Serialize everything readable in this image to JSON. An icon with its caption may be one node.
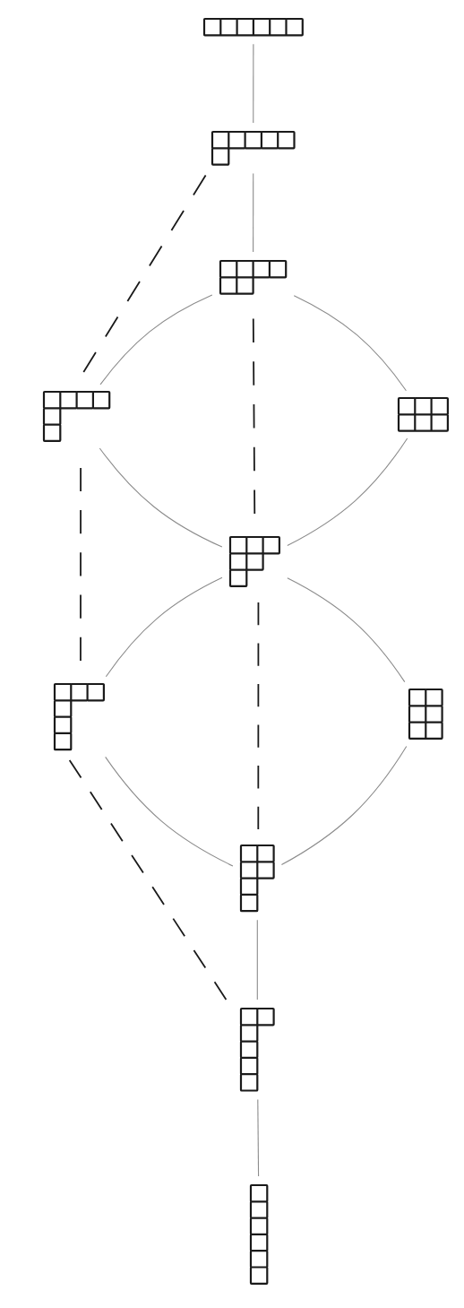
{
  "diagram": {
    "nodes": [
      {
        "text": [],
        "shape": "picture"
      },
      {
        "text": [],
        "shape": "picture"
      },
      {
        "text": [],
        "shape": "picture"
      },
      {
        "text": [],
        "shape": "picture"
      },
      {
        "text": [],
        "shape": "picture"
      },
      {
        "text": [],
        "shape": "picture"
      },
      {
        "text": [],
        "shape": "picture"
      },
      {
        "text": [],
        "shape": "picture"
      },
      {
        "text": [],
        "shape": "picture"
      },
      {
        "text": [],
        "shape": "picture"
      },
      {
        "text": [],
        "shape": "picture"
      }
    ],
    "edges": [
      {
        "from": 0,
        "to": 1,
        "arrow": "none"
      },
      {
        "from": 1,
        "to": 2,
        "arrow": "none"
      },
      {
        "from": 1,
        "to": 3,
        "arrow": "none",
        "style": "dashed",
        "color": "#1a1a1a"
      },
      {
        "from": 2,
        "to": 3,
        "arrow": "none"
      },
      {
        "from": 2,
        "to": 4,
        "arrow": "none"
      },
      {
        "from": 2,
        "to": 5,
        "arrow": "none",
        "style": "dashed",
        "color": "#1a1a1a"
      },
      {
        "from": 3,
        "to": 5,
        "arrow": "none"
      },
      {
        "from": 4,
        "to": 5,
        "arrow": "none"
      },
      {
        "from": 3,
        "to": 7,
        "arrow": "none",
        "style": "dashed",
        "color": "#1a1a1a"
      },
      {
        "from": 5,
        "to": 7,
        "arrow": "none"
      },
      {
        "from": 5,
        "to": 6,
        "arrow": "none"
      },
      {
        "from": 5,
        "to": 8,
        "arrow": "none",
        "style": "dashed",
        "color": "#1a1a1a"
      },
      {
        "from": 7,
        "to": 8,
        "arrow": "none"
      },
      {
        "from": 6,
        "to": 8,
        "arrow": "none"
      },
      {
        "from": 7,
        "to": 9,
        "arrow": "none",
        "style": "dashed",
        "color": "#1a1a1a"
      },
      {
        "from": 8,
        "to": 9,
        "arrow": "none"
      },
      {
        "from": 9,
        "to": 10,
        "arrow": "none"
      }
    ]
  }
}
